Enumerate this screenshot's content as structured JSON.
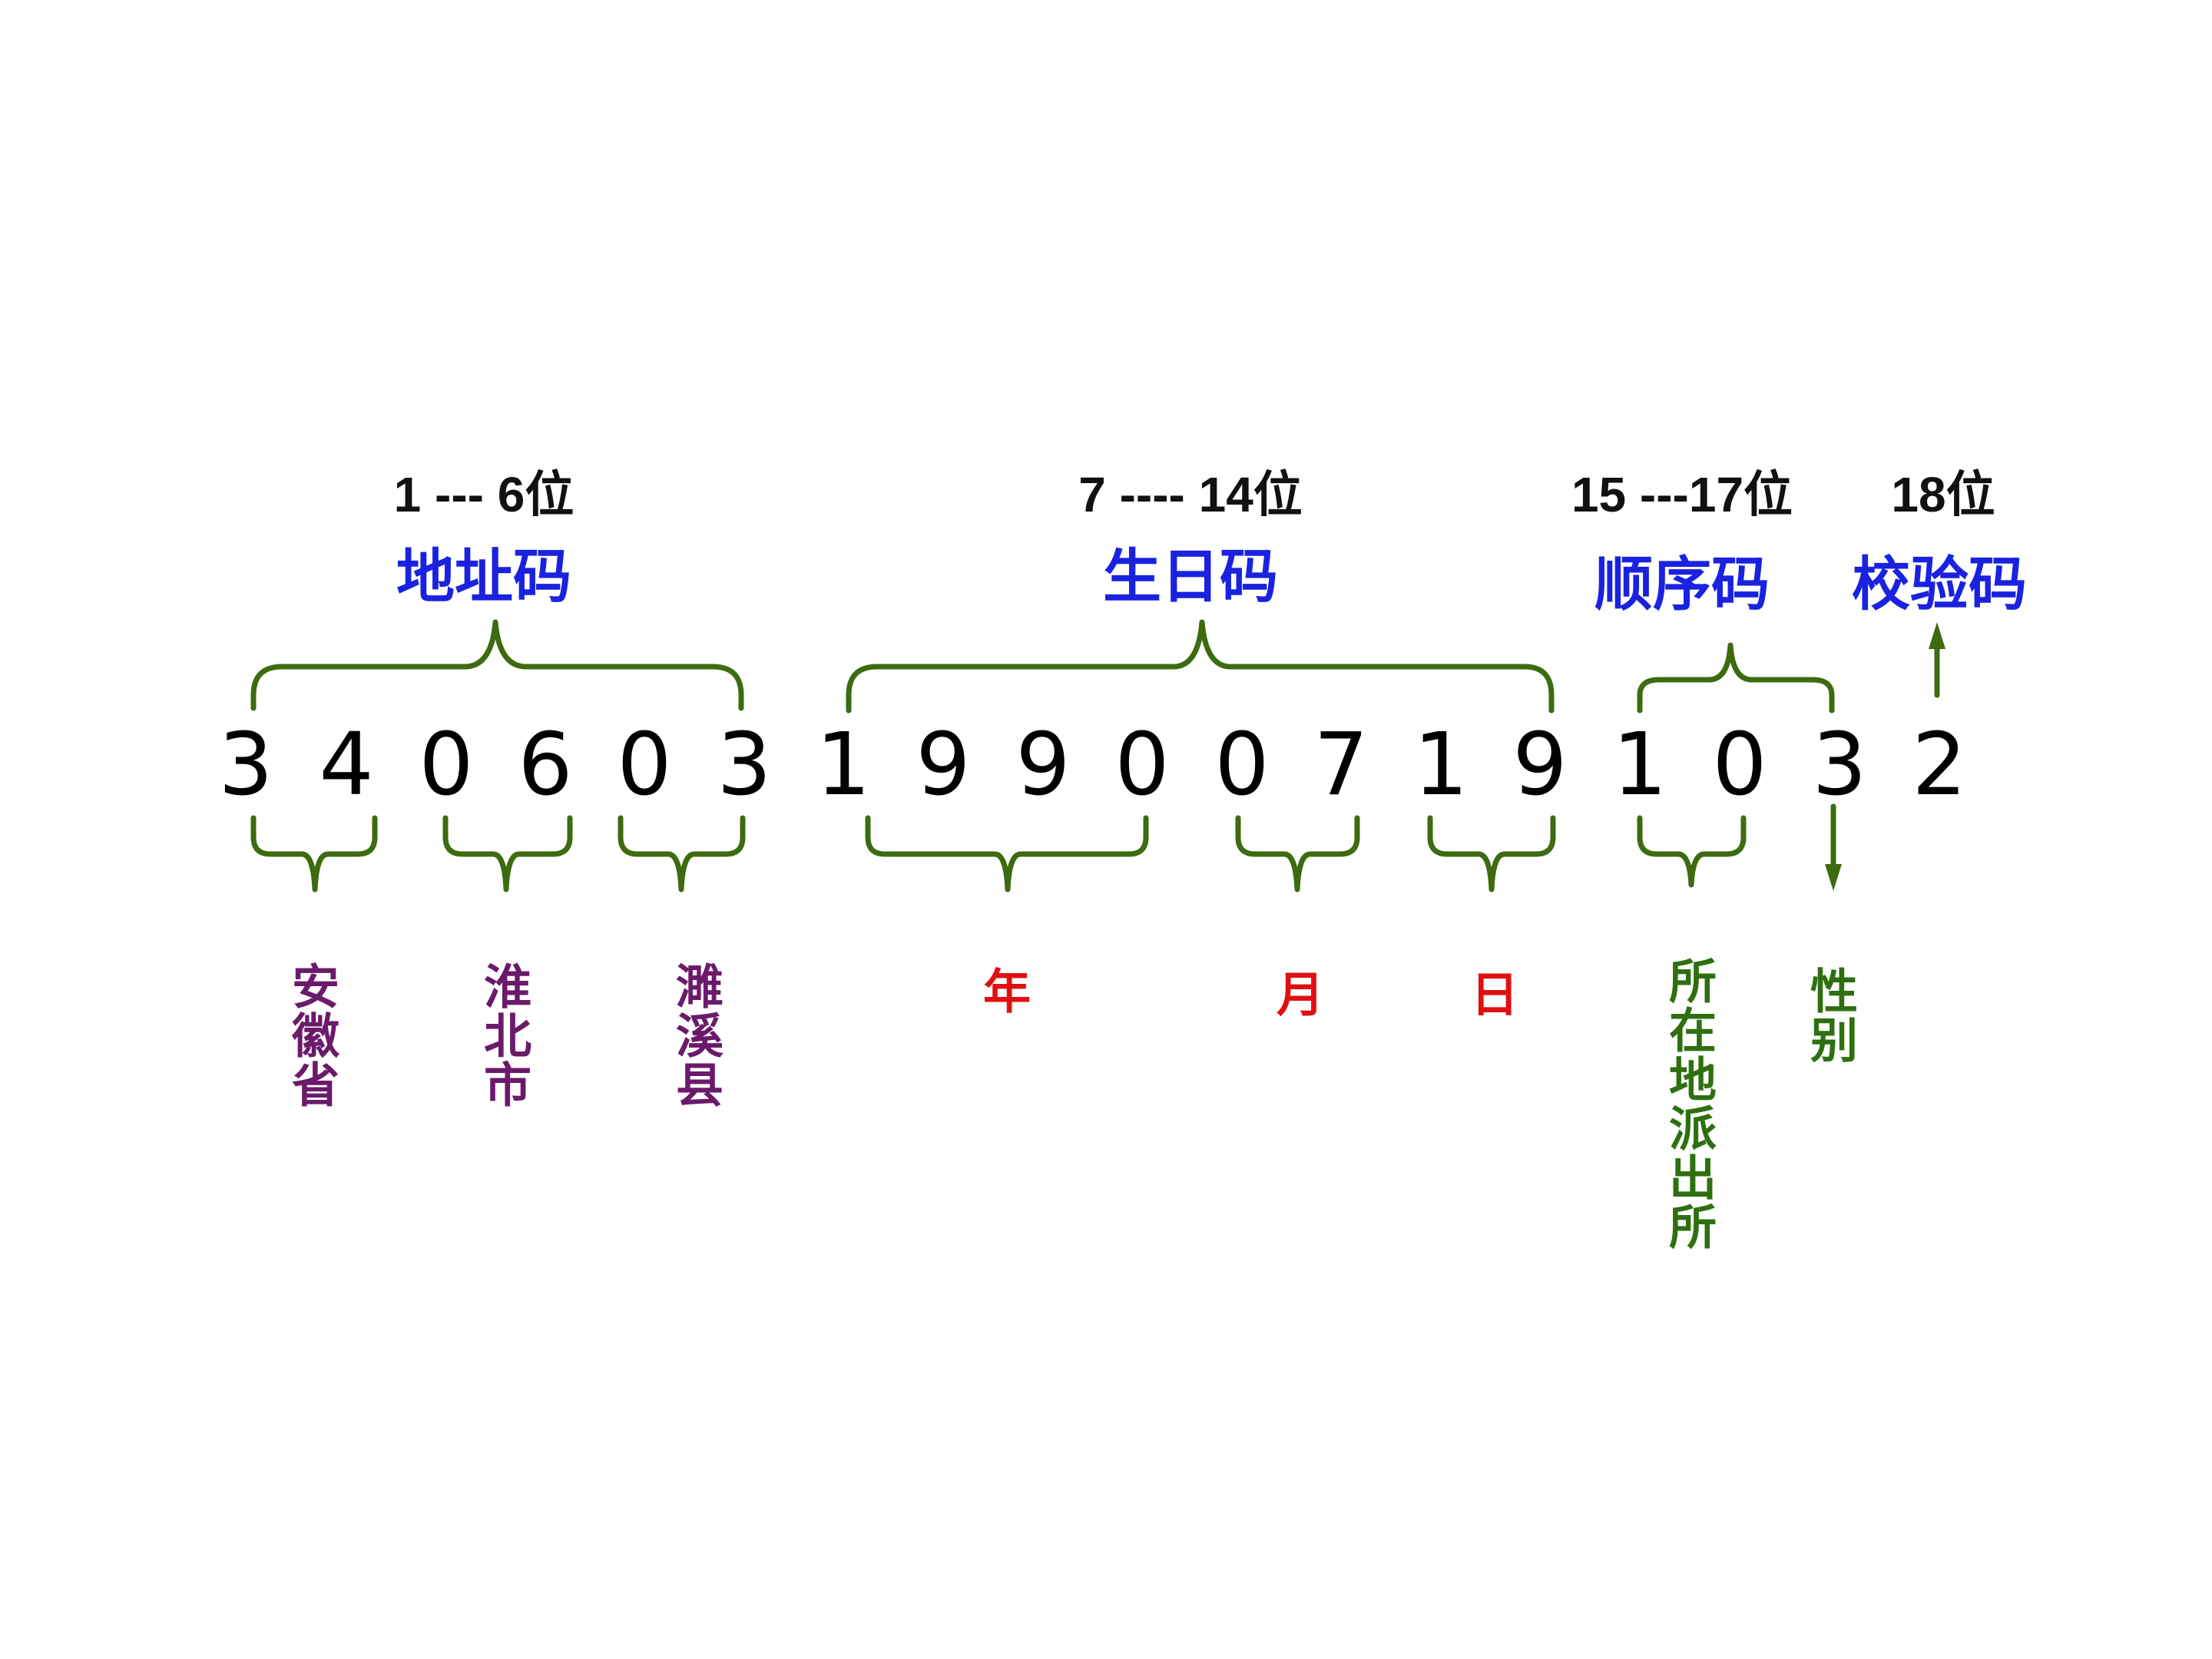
{
  "colors": {
    "bracket": "#3d6b10",
    "title_blue": "#1a22e0",
    "range_black": "#111111",
    "digit_black": "#000000",
    "address_purple": "#6b1a6b",
    "birth_red": "#e01010",
    "sequence_green": "#2e7010"
  },
  "sections": {
    "address": {
      "range": "1 --- 6位",
      "title": "地址码"
    },
    "birthday": {
      "range": "7 ---- 14位",
      "title": "生日码"
    },
    "sequence": {
      "range": "15 ---17位",
      "title": "顺序码"
    },
    "check": {
      "range": "18位",
      "title": "校验码"
    }
  },
  "digits": [
    "3",
    "4",
    "0",
    "6",
    "0",
    "3",
    "1",
    "9",
    "9",
    "0",
    "0",
    "7",
    "1",
    "9",
    "1",
    "0",
    "3",
    "2"
  ],
  "labels": {
    "province": "安徽省",
    "city": "淮北市",
    "county": "濉溪县",
    "year": "年",
    "month": "月",
    "day": "日",
    "police_station": "所在地派出所",
    "gender": "性别"
  }
}
